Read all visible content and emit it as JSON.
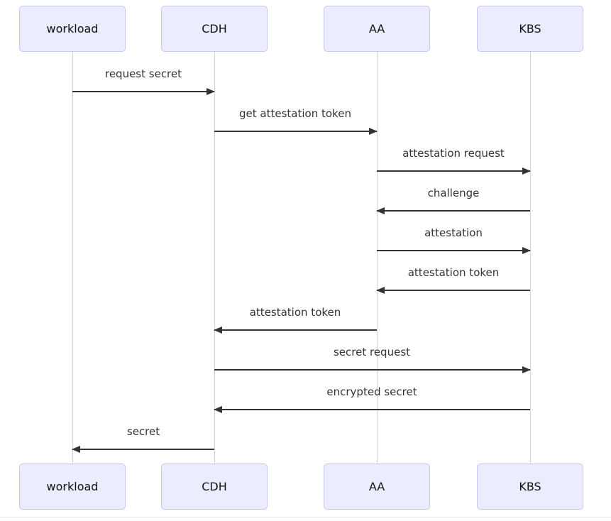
{
  "diagram": {
    "type": "sequence-diagram",
    "actors": [
      {
        "name": "workload"
      },
      {
        "name": "CDH"
      },
      {
        "name": "AA"
      },
      {
        "name": "KBS"
      }
    ],
    "messages": [
      {
        "from": "workload",
        "to": "CDH",
        "label": "request secret"
      },
      {
        "from": "CDH",
        "to": "AA",
        "label": "get attestation token"
      },
      {
        "from": "AA",
        "to": "KBS",
        "label": "attestation request"
      },
      {
        "from": "KBS",
        "to": "AA",
        "label": "challenge"
      },
      {
        "from": "AA",
        "to": "KBS",
        "label": "attestation"
      },
      {
        "from": "KBS",
        "to": "AA",
        "label": "attestation token"
      },
      {
        "from": "AA",
        "to": "CDH",
        "label": "attestation token"
      },
      {
        "from": "CDH",
        "to": "KBS",
        "label": "secret request"
      },
      {
        "from": "KBS",
        "to": "CDH",
        "label": "encrypted secret"
      },
      {
        "from": "CDH",
        "to": "workload",
        "label": "secret"
      }
    ],
    "colors": {
      "actor_fill": "#ECECFF",
      "actor_border": "#C7C7F1",
      "lifeline": "#CFCFE8",
      "arrow": "#333333",
      "message_text": "#333333"
    }
  }
}
